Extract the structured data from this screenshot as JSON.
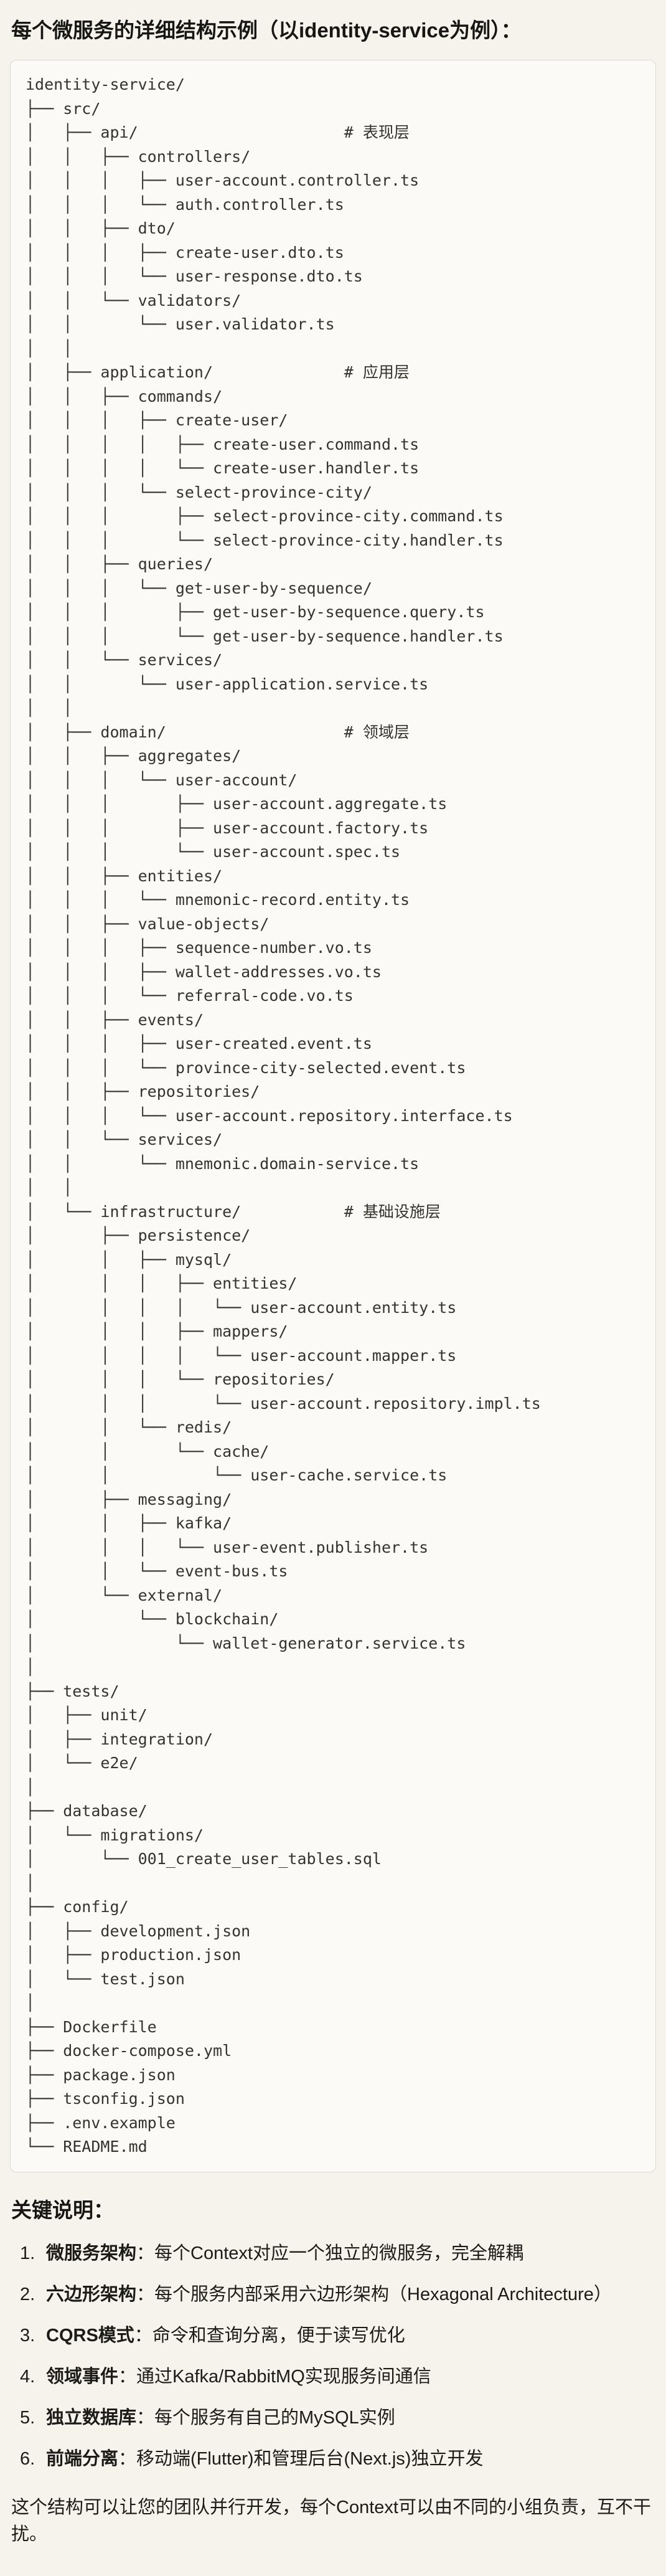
{
  "page": {
    "title": "每个微服务的详细结构示例（以identity-service为例）："
  },
  "code_block": {
    "lines": [
      "identity-service/",
      "├── src/",
      "│   ├── api/                      # 表现层",
      "│   │   ├── controllers/",
      "│   │   │   ├── user-account.controller.ts",
      "│   │   │   └── auth.controller.ts",
      "│   │   ├── dto/",
      "│   │   │   ├── create-user.dto.ts",
      "│   │   │   └── user-response.dto.ts",
      "│   │   └── validators/",
      "│   │       └── user.validator.ts",
      "│   │",
      "│   ├── application/              # 应用层",
      "│   │   ├── commands/",
      "│   │   │   ├── create-user/",
      "│   │   │   │   ├── create-user.command.ts",
      "│   │   │   │   └── create-user.handler.ts",
      "│   │   │   └── select-province-city/",
      "│   │   │       ├── select-province-city.command.ts",
      "│   │   │       └── select-province-city.handler.ts",
      "│   │   ├── queries/",
      "│   │   │   └── get-user-by-sequence/",
      "│   │   │       ├── get-user-by-sequence.query.ts",
      "│   │   │       └── get-user-by-sequence.handler.ts",
      "│   │   └── services/",
      "│   │       └── user-application.service.ts",
      "│   │",
      "│   ├── domain/                   # 领域层",
      "│   │   ├── aggregates/",
      "│   │   │   └── user-account/",
      "│   │   │       ├── user-account.aggregate.ts",
      "│   │   │       ├── user-account.factory.ts",
      "│   │   │       └── user-account.spec.ts",
      "│   │   ├── entities/",
      "│   │   │   └── mnemonic-record.entity.ts",
      "│   │   ├── value-objects/",
      "│   │   │   ├── sequence-number.vo.ts",
      "│   │   │   ├── wallet-addresses.vo.ts",
      "│   │   │   └── referral-code.vo.ts",
      "│   │   ├── events/",
      "│   │   │   ├── user-created.event.ts",
      "│   │   │   └── province-city-selected.event.ts",
      "│   │   ├── repositories/",
      "│   │   │   └── user-account.repository.interface.ts",
      "│   │   └── services/",
      "│   │       └── mnemonic.domain-service.ts",
      "│   │",
      "│   └── infrastructure/           # 基础设施层",
      "│       ├── persistence/",
      "│       │   ├── mysql/",
      "│       │   │   ├── entities/",
      "│       │   │   │   └── user-account.entity.ts",
      "│       │   │   ├── mappers/",
      "│       │   │   │   └── user-account.mapper.ts",
      "│       │   │   └── repositories/",
      "│       │   │       └── user-account.repository.impl.ts",
      "│       │   └── redis/",
      "│       │       └── cache/",
      "│       │           └── user-cache.service.ts",
      "│       ├── messaging/",
      "│       │   ├── kafka/",
      "│       │   │   └── user-event.publisher.ts",
      "│       │   └── event-bus.ts",
      "│       └── external/",
      "│           └── blockchain/",
      "│               └── wallet-generator.service.ts",
      "│",
      "├── tests/",
      "│   ├── unit/",
      "│   ├── integration/",
      "│   └── e2e/",
      "│",
      "├── database/",
      "│   └── migrations/",
      "│       └── 001_create_user_tables.sql",
      "│",
      "├── config/",
      "│   ├── development.json",
      "│   ├── production.json",
      "│   └── test.json",
      "│",
      "├── Dockerfile",
      "├── docker-compose.yml",
      "├── package.json",
      "├── tsconfig.json",
      "├── .env.example",
      "└── README.md"
    ]
  },
  "notes": {
    "heading": "关键说明：",
    "items": [
      {
        "num": "1.",
        "term": "微服务架构",
        "rest": "：每个Context对应一个独立的微服务，完全解耦"
      },
      {
        "num": "2.",
        "term": "六边形架构",
        "rest": "：每个服务内部采用六边形架构（Hexagonal Architecture）"
      },
      {
        "num": "3.",
        "term": "CQRS模式",
        "rest": "：命令和查询分离，便于读写优化"
      },
      {
        "num": "4.",
        "term": "领域事件",
        "rest": "：通过Kafka/RabbitMQ实现服务间通信"
      },
      {
        "num": "5.",
        "term": "独立数据库",
        "rest": "：每个服务有自己的MySQL实例"
      },
      {
        "num": "6.",
        "term": "前端分离",
        "rest": "：移动端(Flutter)和管理后台(Next.js)独立开发"
      }
    ],
    "footer": "这个结构可以让您的团队并行开发，每个Context可以由不同的小组负责，互不干扰。"
  }
}
